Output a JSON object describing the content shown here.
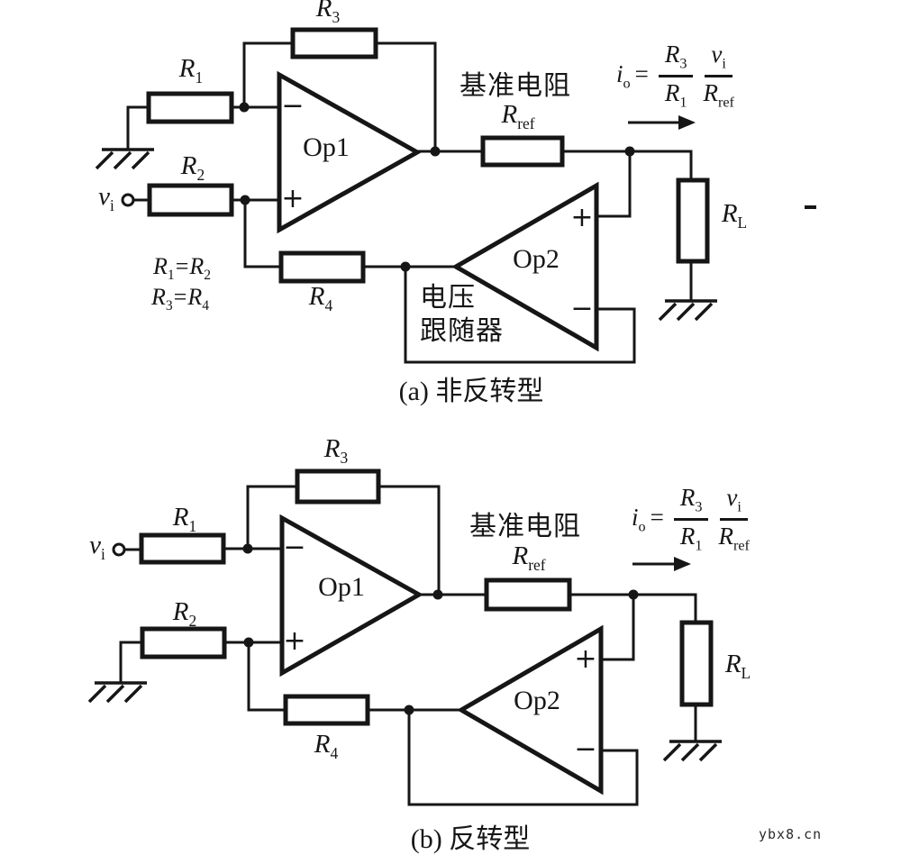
{
  "colors": {
    "ink": "#161616",
    "paper": "#ffffff"
  },
  "watermark": "ybx8.cn",
  "figure_a": {
    "caption": "(a) 非反转型",
    "op1": "Op1",
    "op2": "Op2",
    "plus": "+",
    "minus": "−",
    "input": {
      "base": "v",
      "sub": "i"
    },
    "r1": {
      "base": "R",
      "sub": "1"
    },
    "r2": {
      "base": "R",
      "sub": "2"
    },
    "r3": {
      "base": "R",
      "sub": "3"
    },
    "r4": {
      "base": "R",
      "sub": "4"
    },
    "rref": {
      "base": "R",
      "sub": "ref"
    },
    "rl": {
      "base": "R",
      "sub": "L"
    },
    "note_ref": "基准电阻",
    "note_follower1": "电压",
    "note_follower2": "跟随器",
    "eq1": {
      "a": "R",
      "a_sub": "1",
      "eq": "=",
      "b": "R",
      "b_sub": "2"
    },
    "eq2": {
      "a": "R",
      "a_sub": "3",
      "eq": "=",
      "b": "R",
      "b_sub": "4"
    },
    "formula": {
      "i": "i",
      "i_sub": "o",
      "eq": "=",
      "n1": "R",
      "n1_sub": "3",
      "d1": "R",
      "d1_sub": "1",
      "n2": "v",
      "n2_sub": "i",
      "d2": "R",
      "d2_sub": "ref"
    }
  },
  "figure_b": {
    "caption": "(b) 反转型",
    "op1": "Op1",
    "op2": "Op2",
    "plus": "+",
    "minus": "−",
    "input": {
      "base": "v",
      "sub": "i"
    },
    "r1": {
      "base": "R",
      "sub": "1"
    },
    "r2": {
      "base": "R",
      "sub": "2"
    },
    "r3": {
      "base": "R",
      "sub": "3"
    },
    "r4": {
      "base": "R",
      "sub": "4"
    },
    "rref": {
      "base": "R",
      "sub": "ref"
    },
    "rl": {
      "base": "R",
      "sub": "L"
    },
    "note_ref": "基准电阻",
    "formula": {
      "i": "i",
      "i_sub": "o",
      "eq": "=",
      "n1": "R",
      "n1_sub": "3",
      "d1": "R",
      "d1_sub": "1",
      "n2": "v",
      "n2_sub": "i",
      "d2": "R",
      "d2_sub": "ref"
    }
  }
}
